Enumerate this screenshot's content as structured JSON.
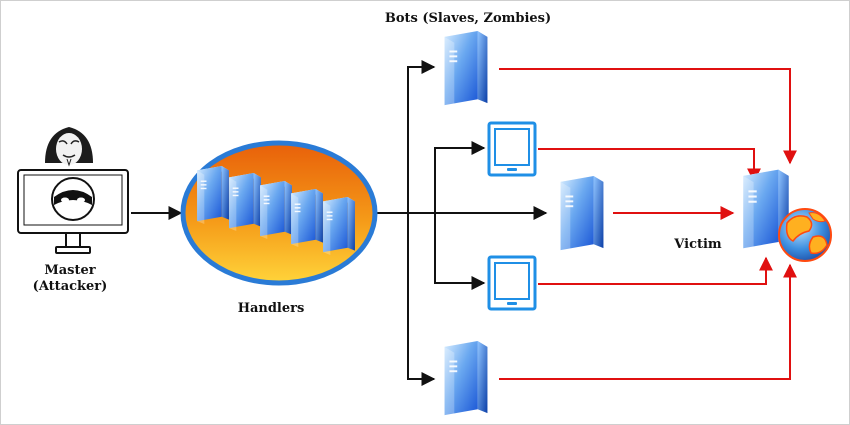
{
  "labels": {
    "bots": "Bots (Slaves, Zombies)",
    "master_line1": "Master",
    "master_line2": "(Attacker)",
    "handlers": "Handlers",
    "victim": "Victim"
  },
  "colors": {
    "command_arrow": "#111111",
    "attack_arrow": "#e01010",
    "handler_ring": "#2a7bd6",
    "handler_fill_top": "#f07a10",
    "handler_fill_bottom": "#ffcc33",
    "server_light": "#d6ecff",
    "server_dark": "#1a56d6",
    "device_outline": "#1f8fe6"
  },
  "icons": {
    "master": "attacker-computer-icon",
    "hacker": "hooded-hacker-icon",
    "handlers": "handler-server-cluster-icon",
    "bot_server": "bot-server-icon",
    "bot_tablet": "bot-tablet-icon",
    "victim": "victim-server-icon",
    "globe": "globe-icon"
  }
}
